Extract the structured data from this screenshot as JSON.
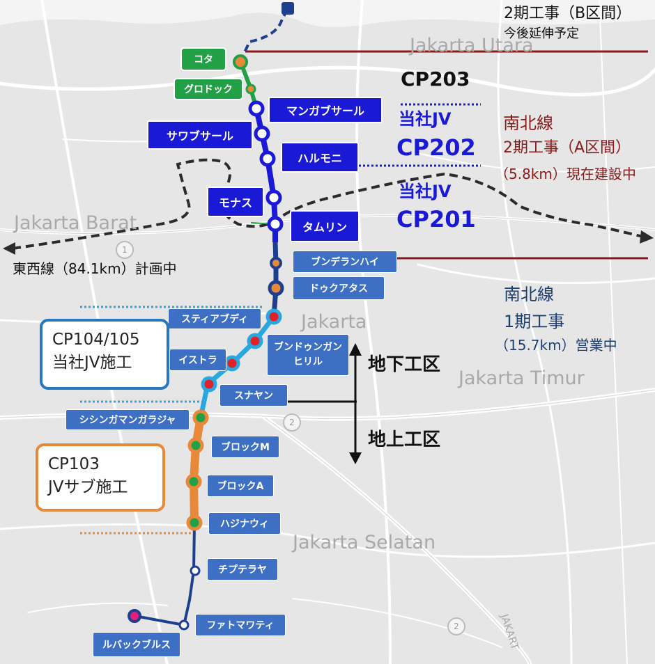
{
  "colors": {
    "phase1": "#8b1a1a",
    "phase2": "#1a1ad6",
    "elevated": "#e8893a",
    "underground": "#29a8e0",
    "southTail": "#1e3f8f",
    "eastWest": "#2b2b2b",
    "cp203": "#1a1ad6"
  },
  "map_labels": {
    "jakarta_utara": "Jakarta Utara",
    "jakarta_barat": "Jakarta Barat",
    "jakarta": "Jakarta",
    "jakarta_timur": "Jakarta Timur",
    "jakarta_selatan": "Jakarta Selatan",
    "jakarta_road": "JAKART",
    "shield_1": "1",
    "shield_2a": "2",
    "shield_2b": "2"
  },
  "stations": {
    "kota": "コタ",
    "glodok": "グロドック",
    "mangga_besar": "マンガブサール",
    "sawah_besar": "サワブサール",
    "harmoni": "ハルモニ",
    "monas": "モナス",
    "thamrin": "タムリン",
    "bundaran_hi": "ブンデランハイ",
    "dukuh_atas": "ドゥクアタス",
    "setiabudi": "スティアブディ",
    "bendungan_hilir": "ブンドゥンガン\nヒリル",
    "istora": "イストラ",
    "senayan": "スナヤン",
    "cisingamangaraja": "シシンガマンガラジャ",
    "blok_m": "ブロックM",
    "blok_a": "ブロックA",
    "haji_nawi": "ハジナウィ",
    "cipete_raya": "チプテラヤ",
    "fatmawati": "ファトマワティ",
    "lebak_bulus": "ルバックブルス"
  },
  "annotations": {
    "phase2b_line1": "2期工事（B区間）",
    "phase2b_line2": "今後延伸予定",
    "cp203": "CP203",
    "cp202_jv": "当社JV",
    "cp202": "CP202",
    "cp201_jv": "当社JV",
    "cp201": "CP201",
    "phase2a_line1": "南北線",
    "phase2a_line2": "2期工事（A区間）",
    "phase2a_line3": "（5.8km）現在建設中",
    "east_west": "東西線（84.1km）計画中",
    "phase1_line1": "南北線",
    "phase1_line2": "1期工事",
    "phase1_line3": "（15.7km）営業中",
    "underground": "地下工区",
    "elevated": "地上工区",
    "cp104_line1": "CP104/105",
    "cp104_line2": "当社JV施工",
    "cp103_line1": "CP103",
    "cp103_line2": "JVサブ施工"
  }
}
